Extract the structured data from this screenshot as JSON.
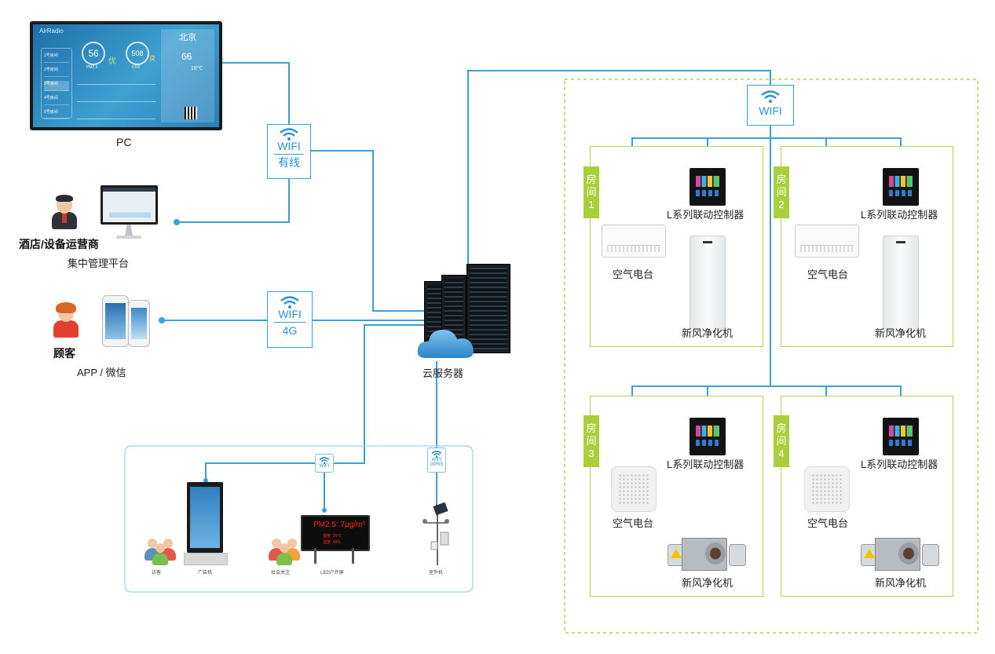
{
  "left": {
    "pc_label": "PC",
    "pc_screen": {
      "brand": "AirRadio",
      "aqi_left": "56",
      "aqi_left_sub": "PM2.5",
      "aqi_left_grade": "优",
      "aqi_right": "508",
      "aqi_right_sub": "CO2",
      "aqi_right_grade": "良",
      "city": "北京",
      "city_value": "66",
      "temp": "18℃",
      "menu": [
        "1号房间",
        "2号房间",
        "3号房间",
        "4号房间",
        "5号房间"
      ]
    },
    "operator": "酒店/设备运营商",
    "platform": "集中管理平台",
    "customer": "顾客",
    "app": "APP / 微信",
    "wifi_wired": {
      "top": "WIFI",
      "bottom": "有线"
    },
    "wifi_4g": {
      "top": "WIFI",
      "bottom": "4G"
    },
    "cloud": "云服务器"
  },
  "bottom_panel": {
    "items": [
      {
        "label": "访客"
      },
      {
        "label": "广告机"
      },
      {
        "label": "社会关注"
      },
      {
        "label": "LED户外屏"
      },
      {
        "label": "室外机"
      }
    ],
    "wifi_small_1": "WIFI",
    "wifi_small_2": {
      "top": "WIFI",
      "bottom": "GPRS"
    },
    "led_line1": "PM2.5: 7μg/m³",
    "led_line2": "温度: 25℃",
    "led_line3": "湿度: 40%"
  },
  "right": {
    "wifi": "WIFI",
    "rooms": [
      {
        "tag": [
          "房",
          "间",
          "1"
        ],
        "controller": "L系列联动控制器",
        "ac": "空气电台",
        "purifier": "新风净化机"
      },
      {
        "tag": [
          "房",
          "间",
          "2"
        ],
        "controller": "L系列联动控制器",
        "ac": "空气电台",
        "purifier": "新风净化机"
      },
      {
        "tag": [
          "房",
          "间",
          "3"
        ],
        "controller": "L系列联动控制器",
        "ac": "空气电台",
        "purifier": "新风净化机"
      },
      {
        "tag": [
          "房",
          "间",
          "4"
        ],
        "controller": "L系列联动控制器",
        "ac": "空气电台",
        "purifier": "新风净化机"
      }
    ]
  },
  "colors": {
    "wire": "#3aa1d6",
    "room_border": "#b5d15b",
    "room_tag": "#a9cf3b",
    "dashed": "#b5d15b"
  },
  "icons": [
    "wifi-icon",
    "cloud-icon",
    "server-icon",
    "person-icon",
    "monitor-icon",
    "phone-icon"
  ]
}
